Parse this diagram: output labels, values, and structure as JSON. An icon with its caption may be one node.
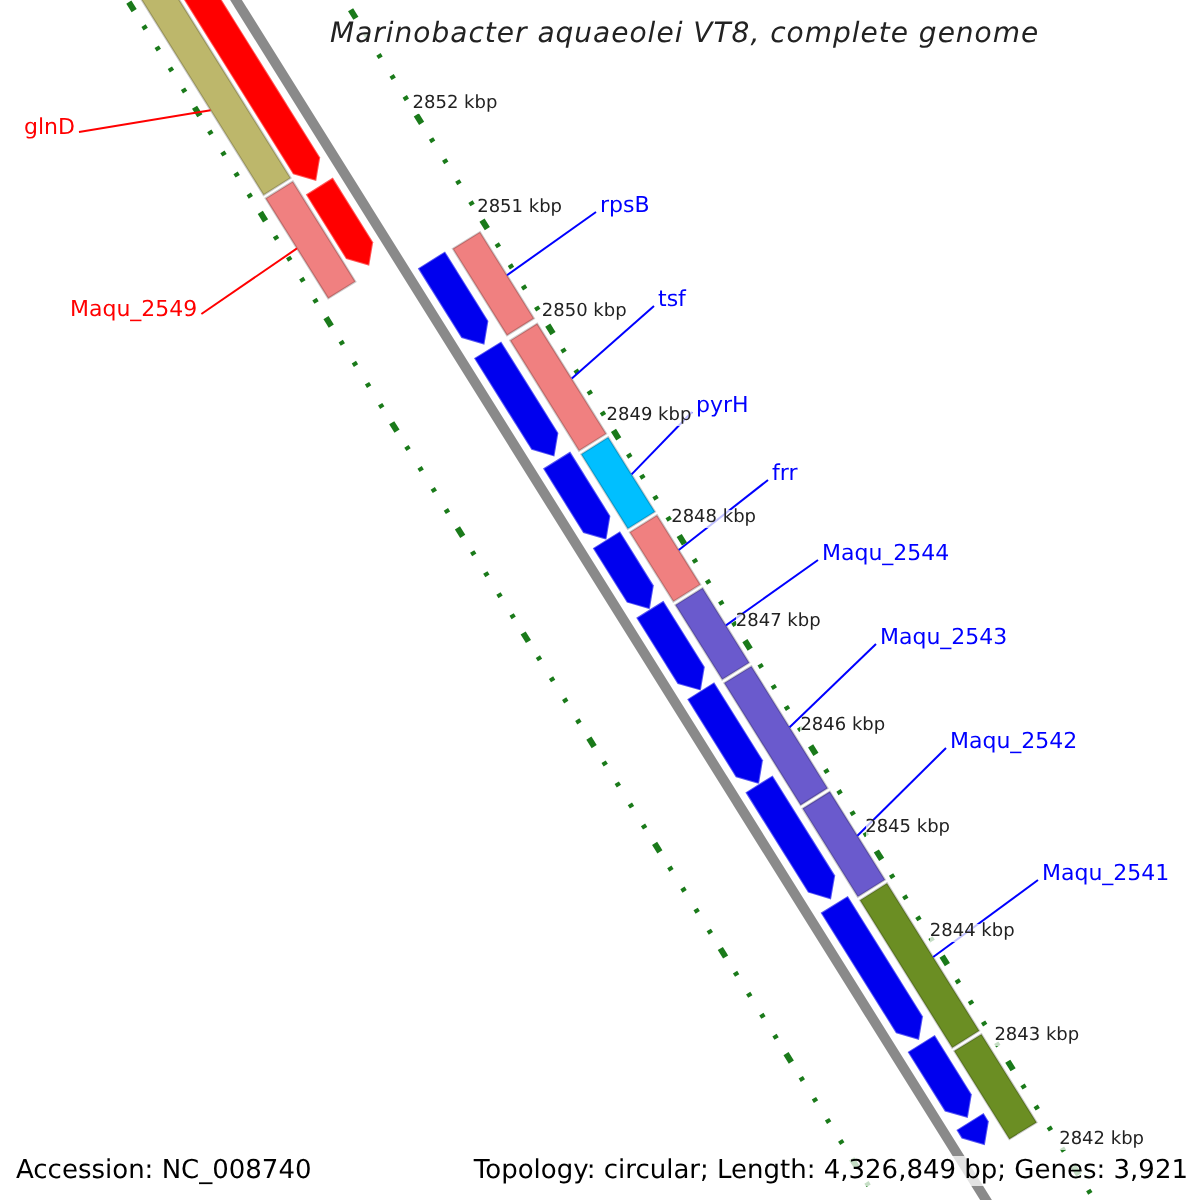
{
  "diagram": {
    "title": "Marinobacter aquaeolei VT8, complete genome",
    "nodes": [
      {
        "text": [
          "glnD"
        ]
      },
      {
        "text": [
          "Maqu_2549"
        ]
      },
      {
        "text": [
          "rpsB"
        ]
      },
      {
        "text": [
          "tsf"
        ]
      },
      {
        "text": [
          "pyrH"
        ]
      },
      {
        "text": [
          "frr"
        ]
      },
      {
        "text": [
          "Maqu_2544"
        ]
      },
      {
        "text": [
          "Maqu_2543"
        ]
      },
      {
        "text": [
          "Maqu_2542"
        ]
      },
      {
        "text": [
          "Maqu_2541"
        ]
      },
      {
        "text": [],
        "shape": "bar"
      },
      {
        "text": [],
        "shape": "bar"
      },
      {
        "text": [],
        "shape": "bar"
      },
      {
        "text": [],
        "shape": "bar"
      },
      {
        "text": [],
        "shape": "bar"
      },
      {
        "text": [],
        "shape": "bar"
      },
      {
        "text": [],
        "shape": "bar"
      },
      {
        "text": [],
        "shape": "bar"
      },
      {
        "text": [],
        "shape": "bar"
      },
      {
        "text": [],
        "shape": "bar"
      },
      {
        "text": [],
        "shape": "arrow"
      },
      {
        "text": [],
        "shape": "arrow"
      },
      {
        "text": [],
        "shape": "arrow"
      },
      {
        "text": [],
        "shape": "arrow"
      },
      {
        "text": [],
        "shape": "arrow"
      },
      {
        "text": [],
        "shape": "arrow"
      },
      {
        "text": [],
        "shape": "arrow"
      },
      {
        "text": [],
        "shape": "arrow"
      },
      {
        "text": [],
        "shape": "arrow"
      },
      {
        "text": [],
        "shape": "arrow"
      },
      {
        "text": [],
        "shape": "arrow"
      },
      {
        "text": [],
        "shape": "arrow"
      },
      {
        "text": [],
        "shape": "bar"
      }
    ],
    "edges": [
      {
        "from": 0,
        "to": 10,
        "arrow": "none",
        "color": "#ff0000"
      },
      {
        "from": 1,
        "to": 11,
        "arrow": "none",
        "color": "#ff0000"
      },
      {
        "from": 2,
        "to": 12,
        "arrow": "none"
      },
      {
        "from": 3,
        "to": 13,
        "arrow": "none"
      },
      {
        "from": 4,
        "to": 14,
        "arrow": "none"
      },
      {
        "from": 5,
        "to": 15,
        "arrow": "none"
      },
      {
        "from": 6,
        "to": 16,
        "arrow": "none"
      },
      {
        "from": 7,
        "to": 17,
        "arrow": "none"
      },
      {
        "from": 8,
        "to": 18,
        "arrow": "none"
      },
      {
        "from": 9,
        "to": 19,
        "arrow": "none"
      }
    ],
    "labels": [
      "2852 kbp",
      "2851 kbp",
      "2850 kbp",
      "2849 kbp",
      "2848 kbp",
      "2847 kbp",
      "2846 kbp",
      "2845 kbp",
      "2844 kbp",
      "2843 kbp",
      "2842 kbp",
      "Accession: NC_008740",
      "Topology: circular; Length: 4,326,849 bp; Genes: 3,921"
    ]
  }
}
